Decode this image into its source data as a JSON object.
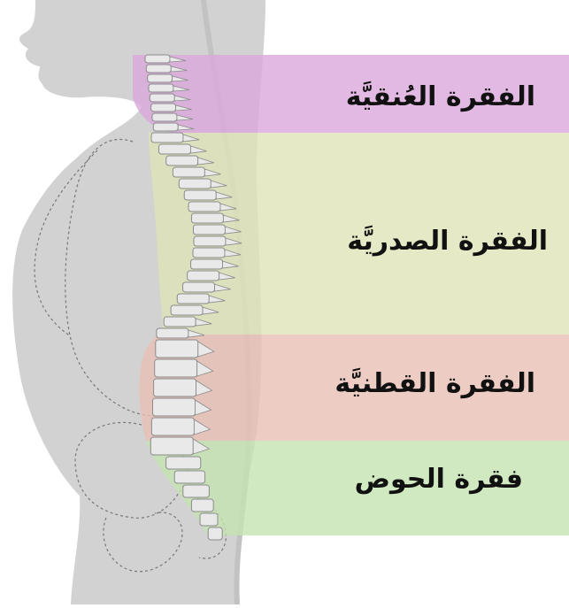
{
  "regions": [
    {
      "key": "cervical",
      "label": "الفقرة العُنقيَّة",
      "color": "#dba8dc"
    },
    {
      "key": "thoracic",
      "label": "الفقرة الصدريَّة",
      "color": "#dfe3b6"
    },
    {
      "key": "lumbar",
      "label": "الفقرة القطنيَّة",
      "color": "#e8bfb4"
    },
    {
      "key": "sacral",
      "label": "فقرة الحوض",
      "color": "#c4e3b0"
    }
  ],
  "colors": {
    "silhouette": "#d2d2d2",
    "silhouette_dark": "#bdbdbd",
    "outline_dashed": "#777777",
    "bone": "#e9e9e9",
    "bone_shadow": "#8a8a8a"
  }
}
